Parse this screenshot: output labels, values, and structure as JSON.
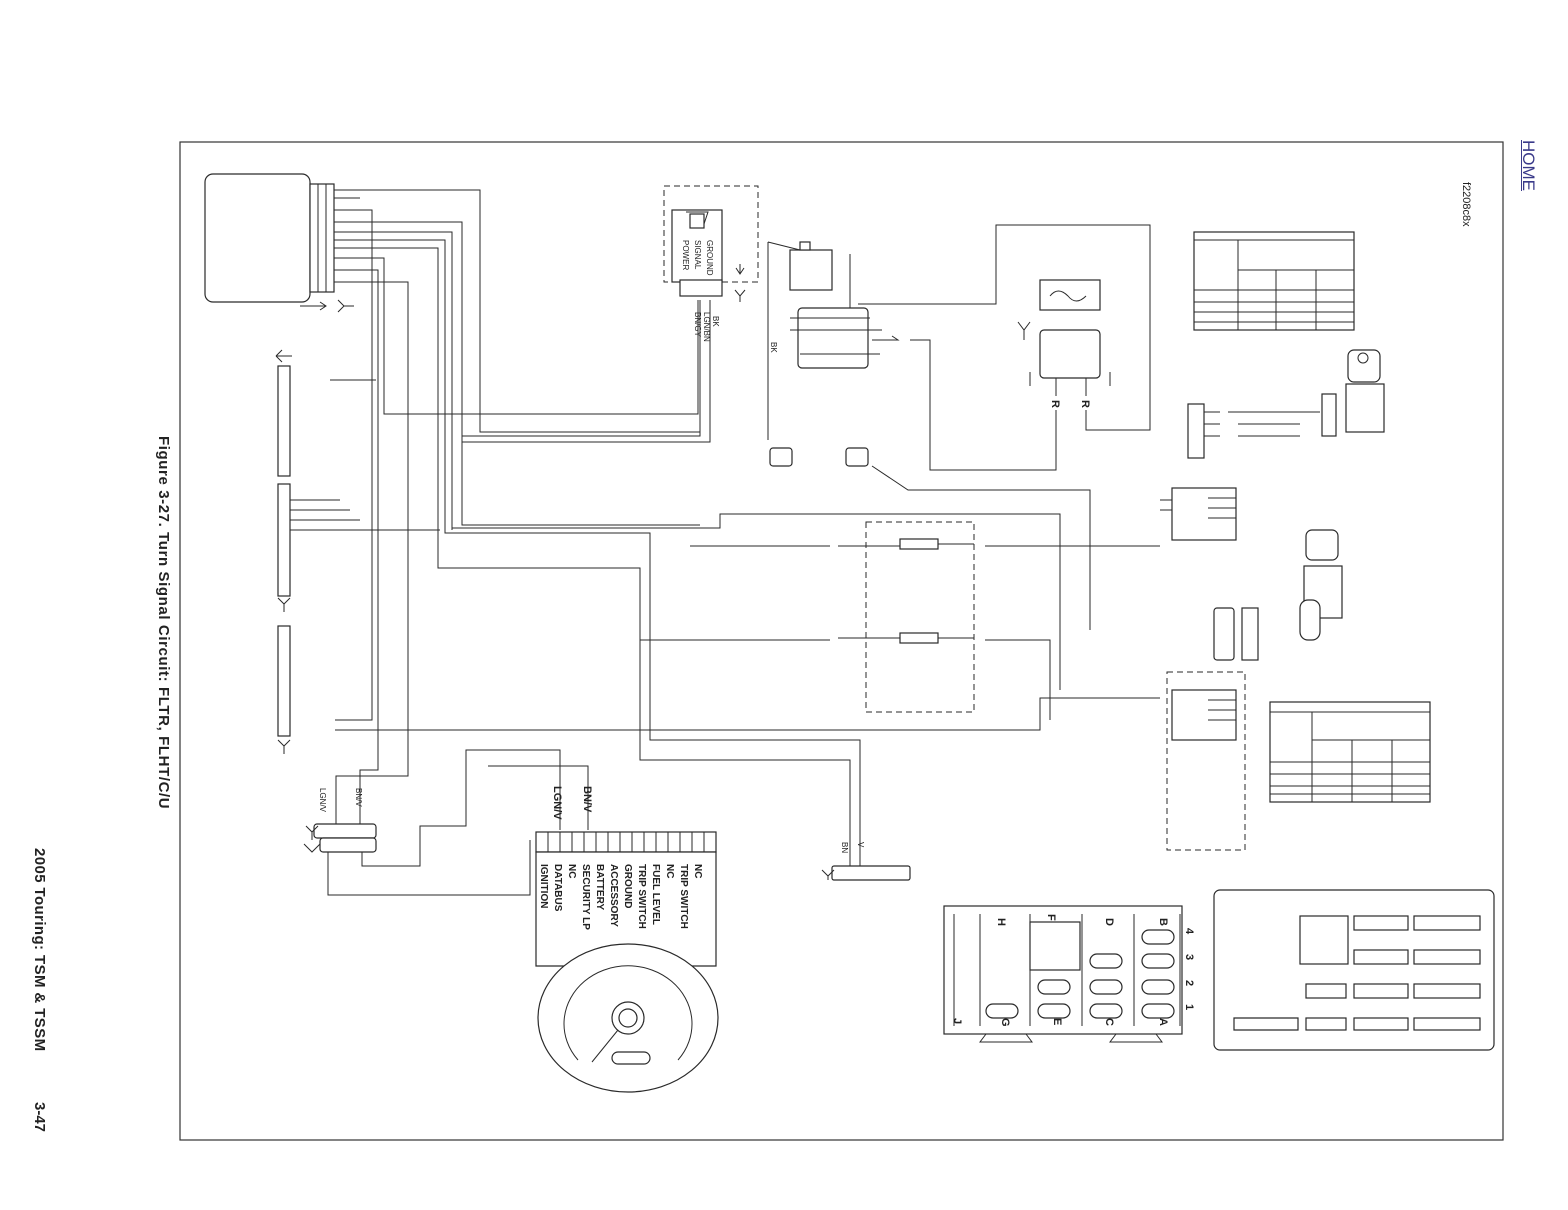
{
  "header": {
    "home_link": "HOME",
    "drawing_id": "f2208c8x"
  },
  "figure": {
    "caption": "Figure 3-27. Turn Signal Circuit: FLTR, FLHT/C/U"
  },
  "footer": {
    "title": "2005 Touring: TSM & TSSM",
    "page_number": "3-47"
  },
  "module_box": {
    "pins": [
      "POWER",
      "SIGNAL",
      "GROUND"
    ],
    "wires": [
      "BN/GY",
      "LGN/BN",
      "BK"
    ]
  },
  "gauge": {
    "input_wires": [
      "LGN/V",
      "BN/V"
    ],
    "pin_labels": [
      "IGNITION",
      "DATABUS",
      "NC",
      "SECURITY LP",
      "BATTERY",
      "ACCESSORY",
      "GROUND",
      "TRIP SWITCH",
      "FUEL LEVEL",
      "NC",
      "TRIP SWITCH",
      "NC"
    ]
  },
  "connector_wires": {
    "left": [
      "LGN/V",
      "BN/V"
    ],
    "lower": [
      "BN",
      "V"
    ]
  },
  "battery": {
    "wire": "BK"
  },
  "relay": {
    "terminals": [
      "R",
      "R"
    ]
  },
  "fuse_block": {
    "rows": [
      "4",
      "3",
      "2",
      "1"
    ],
    "columns_top": [
      "B",
      "D",
      "F",
      "H"
    ],
    "columns_bottom": [
      "A",
      "C",
      "E",
      "G",
      "J"
    ]
  }
}
